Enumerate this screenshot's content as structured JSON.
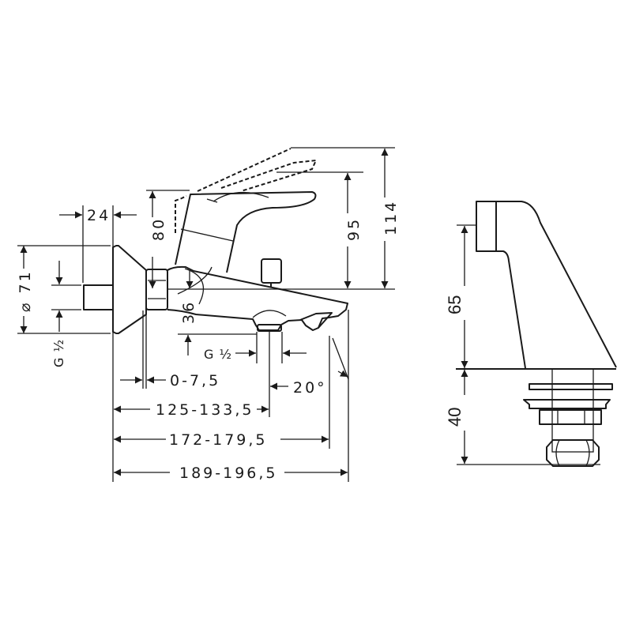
{
  "left_view": {
    "dim_width_flange": "24",
    "dim_lever_height": "80",
    "dim_height_lever_up": "95",
    "dim_height_max": "114",
    "dim_flange_diameter": "⌀ 71",
    "thread_inlet": "G ½",
    "dim_radius": "36",
    "thread_outlet": "G ½",
    "dim_adjust": "0-7,5",
    "dim_angle": "20°",
    "dim_outlet_distance": "125-133,5",
    "dim_spout_outlet": "172-179,5",
    "dim_total_length": "189-196,5"
  },
  "right_view": {
    "dim_body_height": "65",
    "dim_mount_height": "40"
  },
  "colors": {
    "line": "#1a1a1a",
    "background": "#ffffff"
  }
}
